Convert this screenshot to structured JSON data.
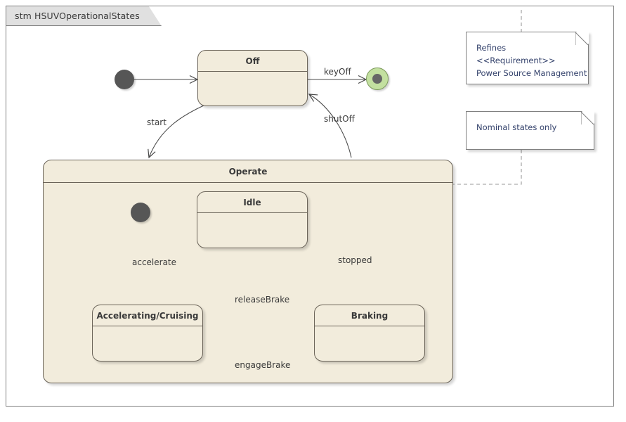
{
  "diagram": {
    "kind": "stm",
    "frame_label": "stm HSUVOperationalStates",
    "colors": {
      "state_fill": "#f2ecdc",
      "state_border": "#6b6459",
      "frame_border": "#808080",
      "tab_fill": "#e0e0e0",
      "initial_node": "#565656",
      "final_node_ring": "#c3e0a0",
      "final_node_dot": "#666666",
      "note_text": "#33416b",
      "background": "#ffffff"
    }
  },
  "states": {
    "off": {
      "name": "Off"
    },
    "operate": {
      "name": "Operate"
    },
    "idle": {
      "name": "Idle"
    },
    "accelerating": {
      "name": "Accelerating/Cruising"
    },
    "braking": {
      "name": "Braking"
    }
  },
  "transitions": [
    {
      "id": "t-start",
      "label": "start",
      "from": "Off",
      "to": "Operate"
    },
    {
      "id": "t-shutoff",
      "label": "shutOff",
      "from": "Operate",
      "to": "Off"
    },
    {
      "id": "t-keyoff",
      "label": "keyOff",
      "from": "Off",
      "to": "FinalState"
    },
    {
      "id": "t-accelerate",
      "label": "accelerate",
      "from": "Idle",
      "to": "Accelerating/Cruising"
    },
    {
      "id": "t-stopped",
      "label": "stopped",
      "from": "Braking",
      "to": "Idle"
    },
    {
      "id": "t-releasebrake",
      "label": "releaseBrake",
      "from": "Braking",
      "to": "Accelerating/Cruising"
    },
    {
      "id": "t-engagebrake",
      "label": "engageBrake",
      "from": "Accelerating/Cruising",
      "to": "Braking"
    }
  ],
  "notes": {
    "refines": {
      "line1": "Refines",
      "line2": "<<Requirement>>",
      "line3": "Power Source Management"
    },
    "nominal": {
      "line1": "Nominal states only"
    }
  }
}
